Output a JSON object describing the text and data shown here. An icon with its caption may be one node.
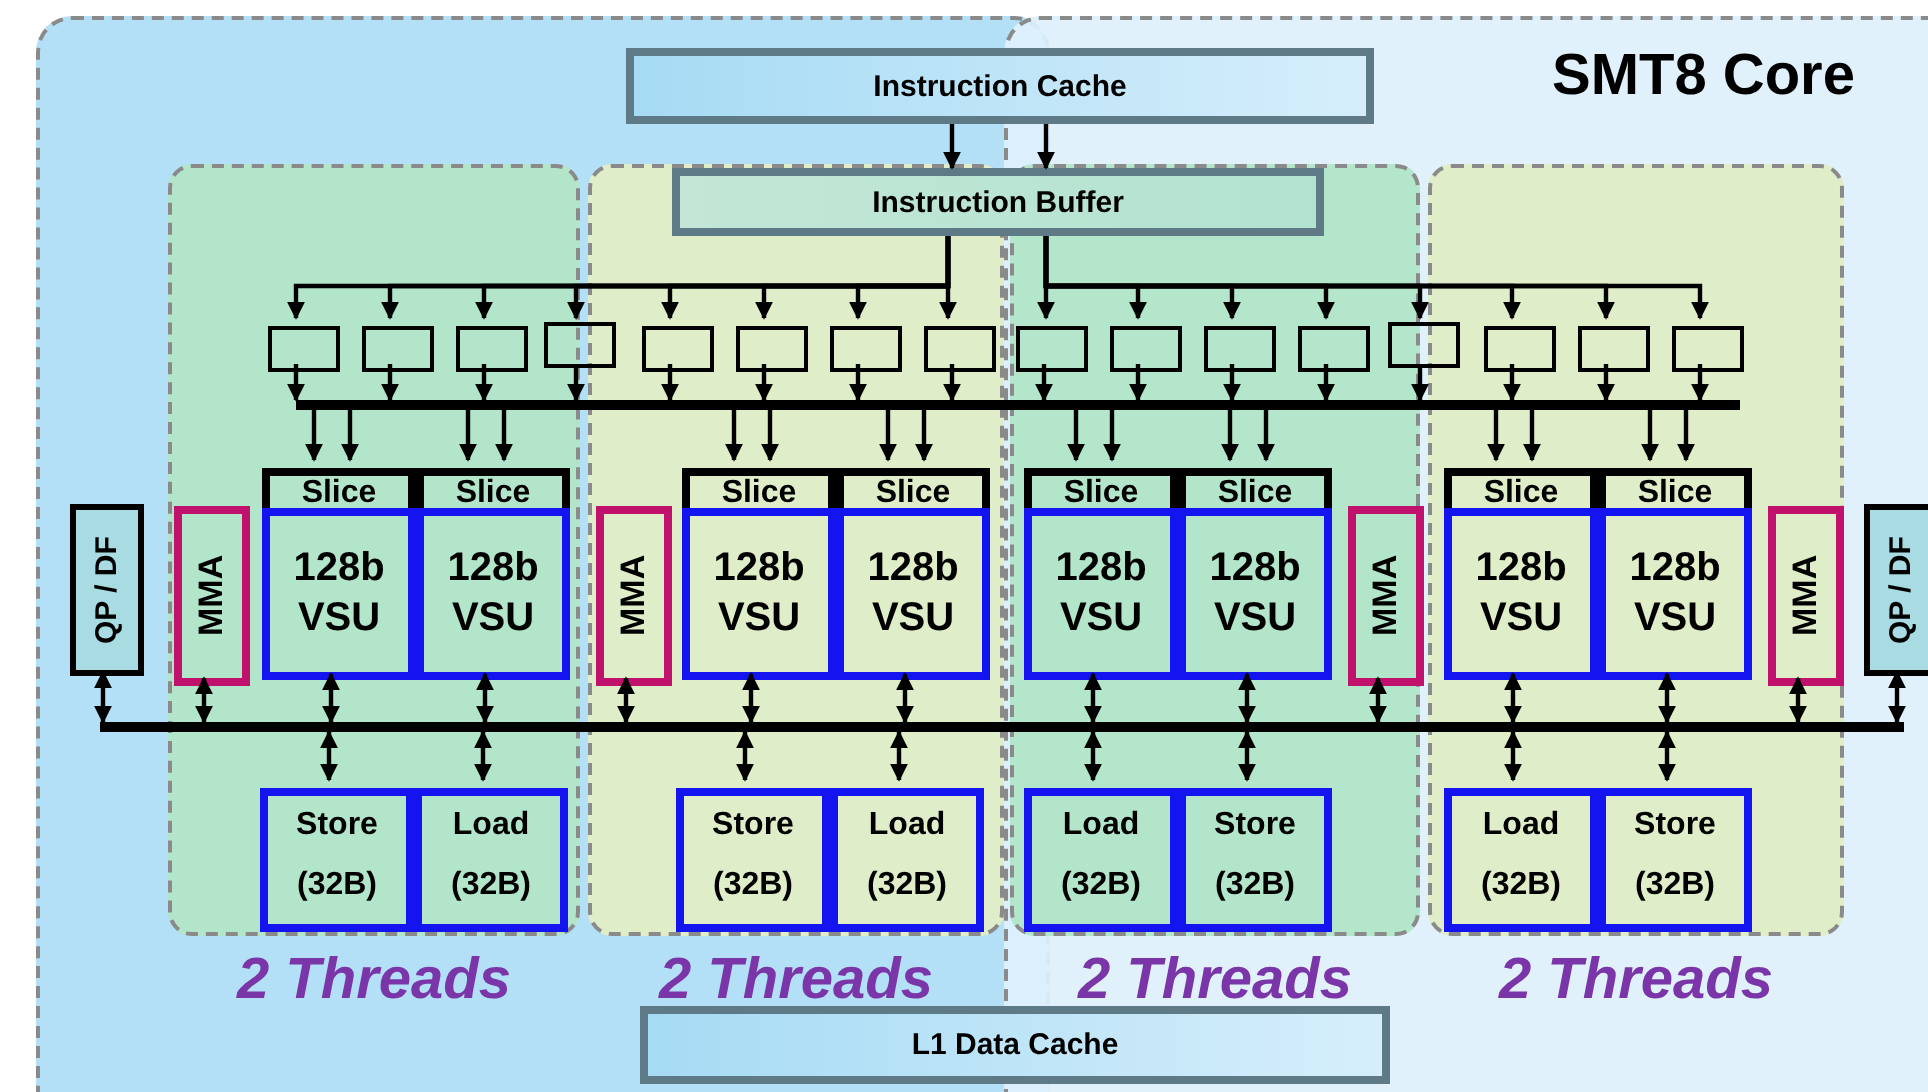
{
  "diagram": {
    "title": "SMT8 Core",
    "nodes": [
      {
        "text": [],
        "shape": "box"
      },
      {
        "text": [],
        "shape": "box"
      },
      {
        "text": [
          "Instruction Cache"
        ]
      },
      {
        "text": [
          "Instruction Buffer"
        ]
      },
      {
        "text": [
          "2 Threads"
        ],
        "in": 0
      },
      {
        "text": [
          "2 Threads"
        ],
        "in": 0
      },
      {
        "text": [
          "2 Threads"
        ],
        "in": 1
      },
      {
        "text": [
          "2 Threads"
        ],
        "in": 1
      },
      {
        "text": [],
        "shape": "box",
        "in": 4
      },
      {
        "text": [],
        "shape": "box",
        "in": 4
      },
      {
        "text": [],
        "shape": "box",
        "in": 4
      },
      {
        "text": [],
        "shape": "box",
        "in": 0
      },
      {
        "text": [],
        "shape": "box",
        "in": 5
      },
      {
        "text": [],
        "shape": "box",
        "in": 5
      },
      {
        "text": [],
        "shape": "box",
        "in": 5
      },
      {
        "text": [],
        "shape": "box",
        "in": 5
      },
      {
        "text": [],
        "shape": "box",
        "in": 6
      },
      {
        "text": [],
        "shape": "box",
        "in": 6
      },
      {
        "text": [],
        "shape": "box",
        "in": 6
      },
      {
        "text": [],
        "shape": "box",
        "in": 6
      },
      {
        "text": [],
        "shape": "box",
        "in": 1
      },
      {
        "text": [],
        "shape": "box",
        "in": 7
      },
      {
        "text": [],
        "shape": "box",
        "in": 7
      },
      {
        "text": [],
        "shape": "box",
        "in": 7
      },
      {
        "text": [],
        "shape": "bar"
      },
      {
        "text": [
          "Slice",
          "128b VSU"
        ],
        "in": 4
      },
      {
        "text": [
          "Slice",
          "128b VSU"
        ],
        "in": 4
      },
      {
        "text": [
          "Slice",
          "128b VSU"
        ],
        "in": 5
      },
      {
        "text": [
          "Slice",
          "128b VSU"
        ],
        "in": 5
      },
      {
        "text": [
          "Slice",
          "128b VSU"
        ],
        "in": 6
      },
      {
        "text": [
          "Slice",
          "128b VSU"
        ],
        "in": 6
      },
      {
        "text": [
          "Slice",
          "128b VSU"
        ],
        "in": 7
      },
      {
        "text": [
          "Slice",
          "128b VSU"
        ],
        "in": 7
      },
      {
        "text": [
          "MMA"
        ],
        "in": 4
      },
      {
        "text": [
          "MMA"
        ],
        "in": 5
      },
      {
        "text": [
          "MMA"
        ],
        "in": 6
      },
      {
        "text": [
          "MMA"
        ],
        "in": 7
      },
      {
        "text": [
          "QP / DF"
        ],
        "in": 0
      },
      {
        "text": [
          "QP / DF"
        ],
        "in": 1
      },
      {
        "text": [],
        "shape": "bar"
      },
      {
        "text": [
          "Store",
          "(32B)"
        ],
        "in": 4
      },
      {
        "text": [
          "Load",
          "(32B)"
        ],
        "in": 4
      },
      {
        "text": [
          "Store",
          "(32B)"
        ],
        "in": 5
      },
      {
        "text": [
          "Load",
          "(32B)"
        ],
        "in": 5
      },
      {
        "text": [
          "Load",
          "(32B)"
        ],
        "in": 6
      },
      {
        "text": [
          "Store",
          "(32B)"
        ],
        "in": 6
      },
      {
        "text": [
          "Load",
          "(32B)"
        ],
        "in": 7
      },
      {
        "text": [
          "Store",
          "(32B)"
        ],
        "in": 7
      },
      {
        "text": [
          "L1 Data Cache"
        ]
      }
    ],
    "edges": [
      {
        "from": 2,
        "to": 3,
        "arrow": "to"
      },
      {
        "from": 2,
        "to": 3,
        "arrow": "to"
      },
      {
        "from": 3,
        "to": 8,
        "arrow": "to"
      },
      {
        "from": 3,
        "to": 9,
        "arrow": "to"
      },
      {
        "from": 3,
        "to": 10,
        "arrow": "to"
      },
      {
        "from": 3,
        "to": 11,
        "arrow": "to"
      },
      {
        "from": 3,
        "to": 12,
        "arrow": "to"
      },
      {
        "from": 3,
        "to": 13,
        "arrow": "to"
      },
      {
        "from": 3,
        "to": 14,
        "arrow": "to"
      },
      {
        "from": 3,
        "to": 15,
        "arrow": "to"
      },
      {
        "from": 3,
        "to": 16,
        "arrow": "to"
      },
      {
        "from": 3,
        "to": 17,
        "arrow": "to"
      },
      {
        "from": 3,
        "to": 18,
        "arrow": "to"
      },
      {
        "from": 3,
        "to": 19,
        "arrow": "to"
      },
      {
        "from": 3,
        "to": 20,
        "arrow": "to"
      },
      {
        "from": 3,
        "to": 21,
        "arrow": "to"
      },
      {
        "from": 3,
        "to": 22,
        "arrow": "to"
      },
      {
        "from": 3,
        "to": 23,
        "arrow": "to"
      },
      {
        "from": 8,
        "to": 24,
        "arrow": "to"
      },
      {
        "from": 9,
        "to": 24,
        "arrow": "to"
      },
      {
        "from": 10,
        "to": 24,
        "arrow": "to"
      },
      {
        "from": 11,
        "to": 24,
        "arrow": "to"
      },
      {
        "from": 12,
        "to": 24,
        "arrow": "to"
      },
      {
        "from": 13,
        "to": 24,
        "arrow": "to"
      },
      {
        "from": 14,
        "to": 24,
        "arrow": "to"
      },
      {
        "from": 15,
        "to": 24,
        "arrow": "to"
      },
      {
        "from": 16,
        "to": 24,
        "arrow": "to"
      },
      {
        "from": 17,
        "to": 24,
        "arrow": "to"
      },
      {
        "from": 18,
        "to": 24,
        "arrow": "to"
      },
      {
        "from": 19,
        "to": 24,
        "arrow": "to"
      },
      {
        "from": 20,
        "to": 24,
        "arrow": "to"
      },
      {
        "from": 21,
        "to": 24,
        "arrow": "to"
      },
      {
        "from": 22,
        "to": 24,
        "arrow": "to"
      },
      {
        "from": 23,
        "to": 24,
        "arrow": "to"
      },
      {
        "from": 24,
        "to": 25,
        "arrow": "to"
      },
      {
        "from": 24,
        "to": 25,
        "arrow": "to"
      },
      {
        "from": 24,
        "to": 26,
        "arrow": "to"
      },
      {
        "from": 24,
        "to": 26,
        "arrow": "to"
      },
      {
        "from": 24,
        "to": 27,
        "arrow": "to"
      },
      {
        "from": 24,
        "to": 27,
        "arrow": "to"
      },
      {
        "from": 24,
        "to": 28,
        "arrow": "to"
      },
      {
        "from": 24,
        "to": 28,
        "arrow": "to"
      },
      {
        "from": 24,
        "to": 29,
        "arrow": "to"
      },
      {
        "from": 24,
        "to": 29,
        "arrow": "to"
      },
      {
        "from": 24,
        "to": 30,
        "arrow": "to"
      },
      {
        "from": 24,
        "to": 30,
        "arrow": "to"
      },
      {
        "from": 24,
        "to": 31,
        "arrow": "to"
      },
      {
        "from": 24,
        "to": 31,
        "arrow": "to"
      },
      {
        "from": 24,
        "to": 32,
        "arrow": "to"
      },
      {
        "from": 24,
        "to": 32,
        "arrow": "to"
      },
      {
        "from": 25,
        "to": 39,
        "arrow": "both"
      },
      {
        "from": 26,
        "to": 39,
        "arrow": "both"
      },
      {
        "from": 27,
        "to": 39,
        "arrow": "both"
      },
      {
        "from": 28,
        "to": 39,
        "arrow": "both"
      },
      {
        "from": 29,
        "to": 39,
        "arrow": "both"
      },
      {
        "from": 30,
        "to": 39,
        "arrow": "both"
      },
      {
        "from": 31,
        "to": 39,
        "arrow": "both"
      },
      {
        "from": 32,
        "to": 39,
        "arrow": "both"
      },
      {
        "from": 33,
        "to": 39,
        "arrow": "both"
      },
      {
        "from": 34,
        "to": 39,
        "arrow": "both"
      },
      {
        "from": 35,
        "to": 39,
        "arrow": "both"
      },
      {
        "from": 36,
        "to": 39,
        "arrow": "both"
      },
      {
        "from": 37,
        "to": 39,
        "arrow": "both"
      },
      {
        "from": 38,
        "to": 39,
        "arrow": "both"
      },
      {
        "from": 39,
        "to": 40,
        "arrow": "both"
      },
      {
        "from": 39,
        "to": 41,
        "arrow": "both"
      },
      {
        "from": 39,
        "to": 42,
        "arrow": "both"
      },
      {
        "from": 39,
        "to": 43,
        "arrow": "both"
      },
      {
        "from": 39,
        "to": 44,
        "arrow": "both"
      },
      {
        "from": 39,
        "to": 45,
        "arrow": "both"
      },
      {
        "from": 39,
        "to": 46,
        "arrow": "both"
      },
      {
        "from": 39,
        "to": 47,
        "arrow": "both"
      }
    ]
  }
}
